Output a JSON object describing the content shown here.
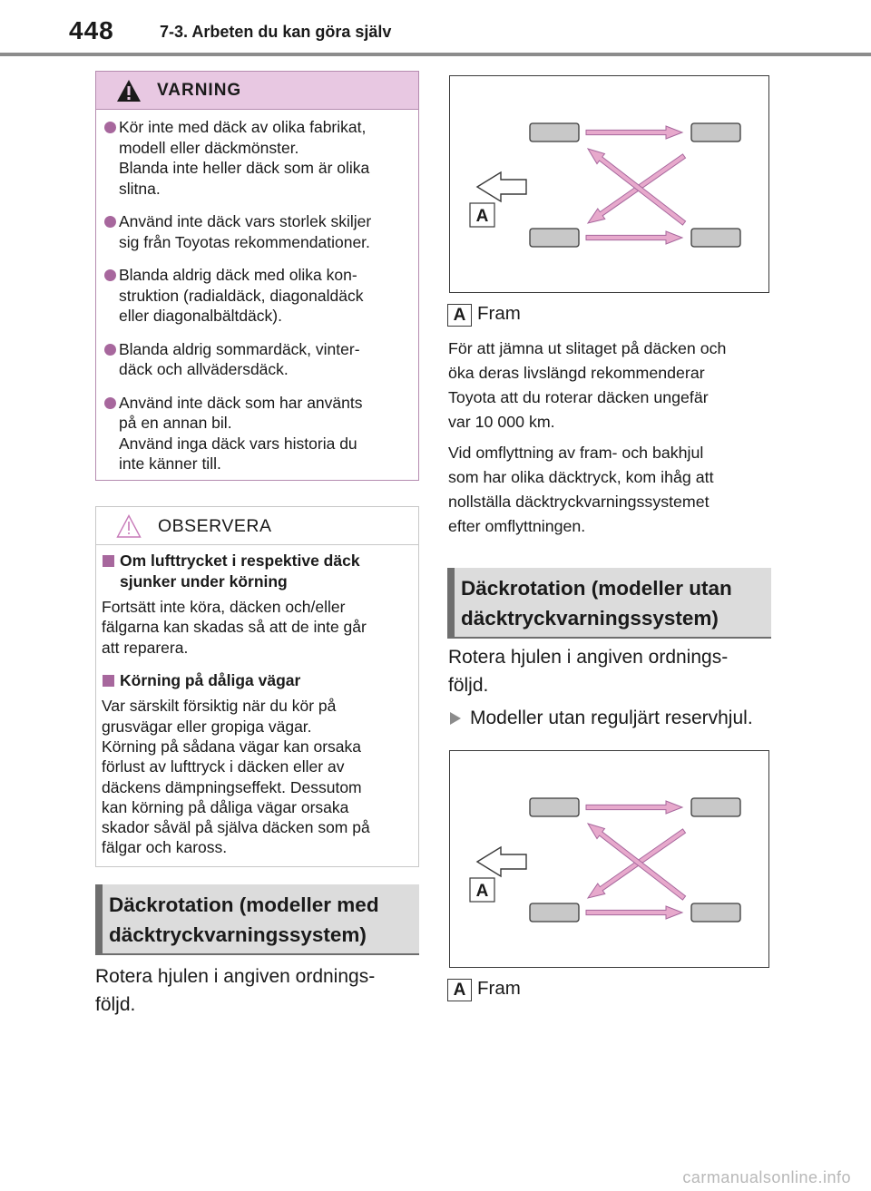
{
  "header": {
    "page_number": "448",
    "section": "7-3. Arbeten du kan göra själv"
  },
  "warning": {
    "title": "VARNING",
    "items": [
      [
        "Kör inte med däck av olika fabrikat,",
        "modell eller däckmönster.",
        "Blanda inte heller däck som är olika",
        "slitna."
      ],
      [
        "Använd inte däck vars storlek skiljer",
        "sig från Toyotas rekommendationer."
      ],
      [
        "Blanda aldrig däck med olika kon-",
        "struktion (radialdäck, diagonaldäck",
        "eller diagonalbältdäck)."
      ],
      [
        "Blanda aldrig sommardäck, vinter-",
        "däck och allvädersdäck."
      ],
      [
        "Använd inte däck som har använts",
        "på en annan bil.",
        "Använd inga däck vars historia du",
        "inte känner till."
      ]
    ]
  },
  "notice": {
    "title": "OBSERVERA",
    "sub1": [
      "Om lufttrycket i respektive däck",
      "sjunker under körning"
    ],
    "para1": [
      "Fortsätt inte köra, däcken och/eller",
      "fälgarna kan skadas så att de inte går",
      "att reparera."
    ],
    "sub2": [
      "Körning på dåliga vägar"
    ],
    "para2": [
      "Var särskilt försiktig när du kör på",
      "grusvägar eller gropiga vägar.",
      "Körning på sådana vägar kan orsaka",
      "förlust av lufttryck i däcken eller av",
      "däckens dämpningseffekt. Dessutom",
      "kan körning på dåliga vägar orsaka",
      "skador såväl på själva däcken som på",
      "fälgar och kaross."
    ]
  },
  "left_section": {
    "heading": [
      "Däckrotation (modeller med",
      "däcktryckvarningssystem)"
    ],
    "text": [
      "Rotera hjulen i angiven ordnings-",
      "följd."
    ]
  },
  "right_column": {
    "legend_letter": "A",
    "legend_text": "Fram",
    "para1": [
      "För att jämna ut slitaget på däcken och",
      "öka deras livslängd rekommenderar",
      "Toyota att du roterar däcken ungefär",
      "var 10 000 km."
    ],
    "para2": [
      "Vid omflyttning av fram- och bakhjul",
      "som har olika däcktryck, kom ihåg att",
      "nollställa däcktryckvarningssystemet",
      "efter omflyttningen."
    ],
    "heading": [
      "Däckrotation (modeller utan",
      "däcktryckvarningssystem)"
    ],
    "text": [
      "Rotera hjulen i angiven ordnings-",
      "följd."
    ],
    "bullet": "Modeller utan reguljärt reservhjul."
  },
  "diagram": {
    "label": "A",
    "tire_color": "#c8c8c8",
    "arrow_color": "#e7a9cc",
    "arrow_outline": "#a7679d"
  },
  "footer": {
    "watermark": "carmanualsonline.info"
  }
}
